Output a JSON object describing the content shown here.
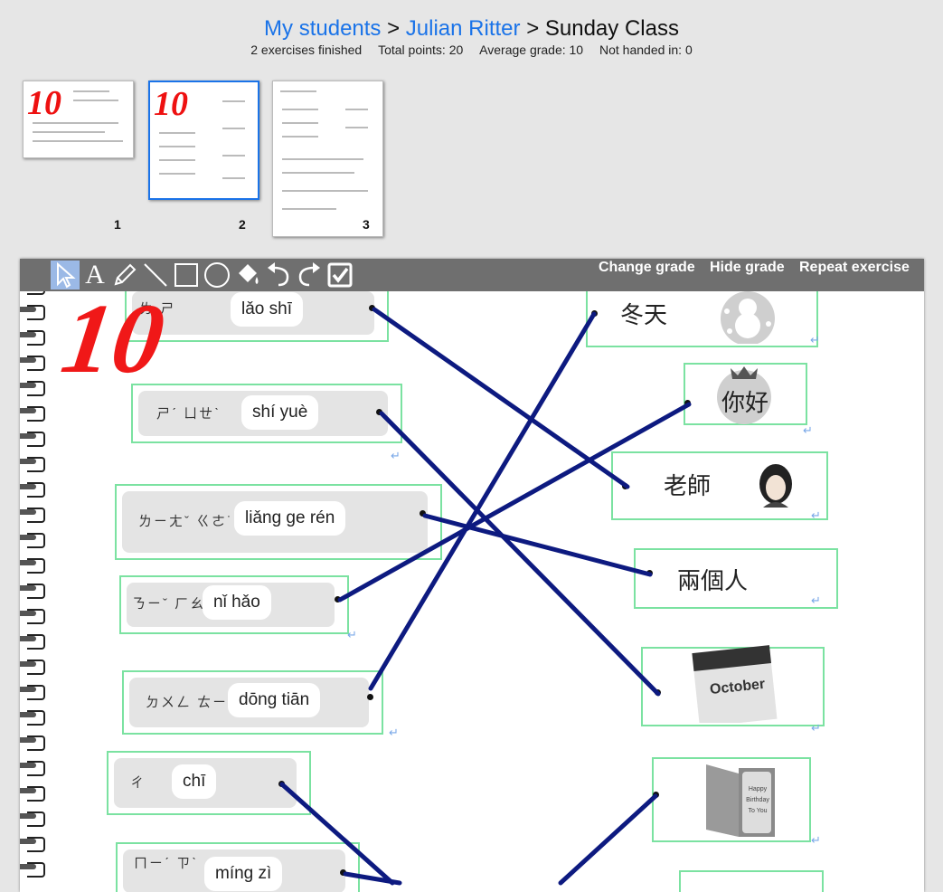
{
  "breadcrumb": {
    "my_students": "My students",
    "sep1": ">",
    "student": "Julian Ritter",
    "sep2": ">",
    "class": "Sunday Class"
  },
  "stats": {
    "finished": "2 exercises finished",
    "total_points": "Total points: 20",
    "average": "Average grade: 10",
    "not_handed": "Not handed in: 0"
  },
  "thumbnails": [
    {
      "number": "1",
      "grade": "10"
    },
    {
      "number": "2",
      "grade": "10"
    },
    {
      "number": "3",
      "grade": ""
    }
  ],
  "toolbar": {
    "tools": [
      "select-icon",
      "text-icon",
      "pencil-icon",
      "line-icon",
      "rectangle-icon",
      "circle-icon",
      "fill-icon",
      "undo-icon",
      "redo-icon",
      "check-icon"
    ],
    "text_tool_glyph": "A",
    "change_grade": "Change grade",
    "hide_grade": "Hide grade",
    "repeat_exercise": "Repeat exercise"
  },
  "worksheet": {
    "grade": "10",
    "left_words": [
      {
        "zhuyin": "ㄌ ㄕ",
        "pinyin": "lǎo   shī"
      },
      {
        "zhuyin": "ㄕˊ ㄩㄝˋ",
        "pinyin": "shí   yuè"
      },
      {
        "zhuyin": "ㄌㄧㄤˇ ㄍㄜ˙ ㄖㄣˊ",
        "pinyin": "liǎng   ge   rén"
      },
      {
        "zhuyin": "ㄋㄧˇ ㄏㄠˇ",
        "pinyin": "nǐ   hǎo"
      },
      {
        "zhuyin": "ㄉㄨㄥ ㄊㄧㄢ",
        "pinyin": "dōng  tiān"
      },
      {
        "zhuyin": "ㄔ",
        "pinyin": "chī"
      },
      {
        "zhuyin": "ㄇㄧˊ ㄗˋ",
        "pinyin": "míng   zì"
      }
    ],
    "right_items": [
      {
        "text": "冬天",
        "picture": "snowman-icon"
      },
      {
        "text": "你好",
        "picture": "ornament-icon"
      },
      {
        "text": "老師",
        "picture": "teacher-icon"
      },
      {
        "text": "兩個人",
        "picture": ""
      },
      {
        "text": "October",
        "picture": "calendar-icon"
      },
      {
        "text": "Happy Birthday To You",
        "picture": "card-icon"
      }
    ],
    "line_color": "#0d1a80",
    "box_color": "#7be2a1"
  }
}
